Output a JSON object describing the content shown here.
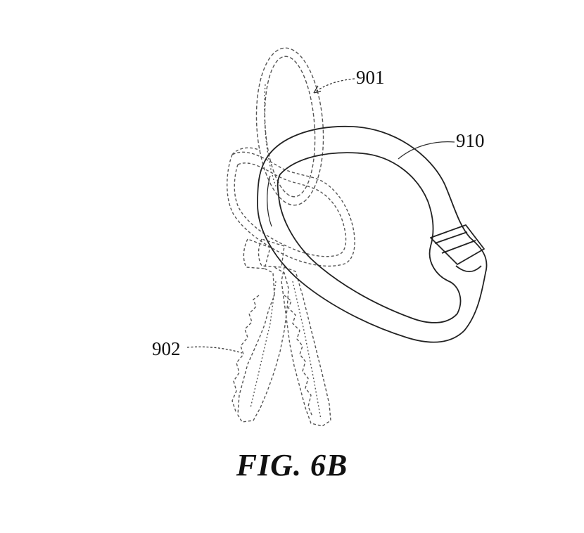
{
  "figure": {
    "caption": "FIG. 6B",
    "references": {
      "ring": "901",
      "keys": "902",
      "carabiner": "910"
    }
  },
  "colors": {
    "line": "#222222",
    "dashed_line": "#555555",
    "background": "#ffffff"
  }
}
